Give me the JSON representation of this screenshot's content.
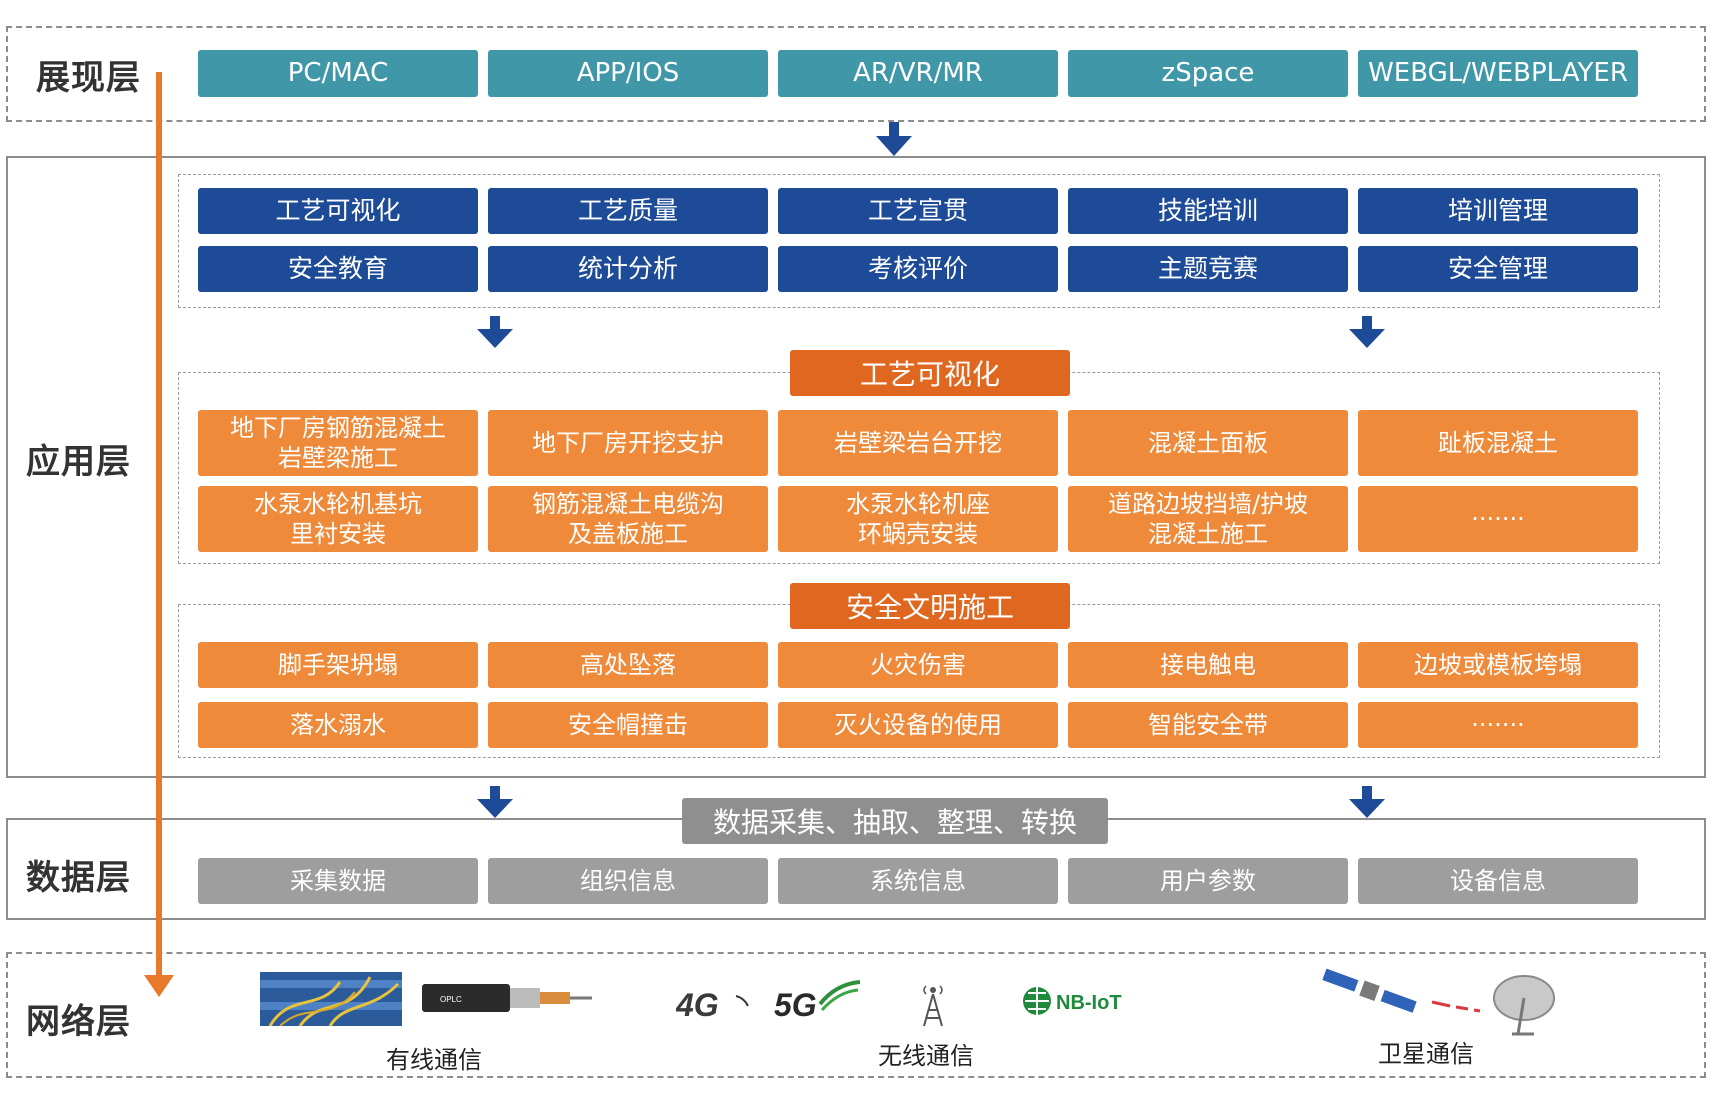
{
  "layers": {
    "presentation": "展现层",
    "application": "应用层",
    "data": "数据层",
    "network": "网络层"
  },
  "presentation_items": [
    "PC/MAC",
    "APP/IOS",
    "AR/VR/MR",
    "zSpace",
    "WEBGL/WEBPLAYER"
  ],
  "app_modules": {
    "row1": [
      "工艺可视化",
      "工艺质量",
      "工艺宣贯",
      "技能培训",
      "培训管理"
    ],
    "row2": [
      "安全教育",
      "统计分析",
      "考核评价",
      "主题竞赛",
      "安全管理"
    ]
  },
  "process_section": {
    "title": "工艺可视化",
    "row1": [
      "地下厂房钢筋混凝土\n岩壁梁施工",
      "地下厂房开挖支护",
      "岩壁梁岩台开挖",
      "混凝土面板",
      "趾板混凝土"
    ],
    "row2": [
      "水泵水轮机基坑\n里衬安装",
      "钢筋混凝土电缆沟\n及盖板施工",
      "水泵水轮机座\n环蜗壳安装",
      "道路边坡挡墙/护坡\n混凝土施工",
      "·······"
    ]
  },
  "safety_section": {
    "title": "安全文明施工",
    "row1": [
      "脚手架坍塌",
      "高处坠落",
      "火灾伤害",
      "接电触电",
      "边坡或模板垮塌"
    ],
    "row2": [
      "落水溺水",
      "安全帽撞击",
      "灭火设备的使用",
      "智能安全带",
      "·······"
    ]
  },
  "data_pipeline": "数据采集、抽取、整理、转换",
  "data_items": [
    "采集数据",
    "组织信息",
    "系统信息",
    "用户参数",
    "设备信息"
  ],
  "network": {
    "wired_label": "有线通信",
    "wireless_label": "无线通信",
    "satellite_label": "卫星通信",
    "logo_4g": "4G",
    "logo_5g": "5G",
    "logo_nbiot": "NB-IoT",
    "cable_print": "OPLC"
  },
  "colors": {
    "teal": "#3f97a8",
    "navy": "#1e4b97",
    "orange": "#ef8a3a",
    "orange_dark": "#e0671f",
    "gray": "#9e9e9e",
    "arrow_blue": "#1e4b97",
    "arrow_orange": "#e8782a"
  }
}
